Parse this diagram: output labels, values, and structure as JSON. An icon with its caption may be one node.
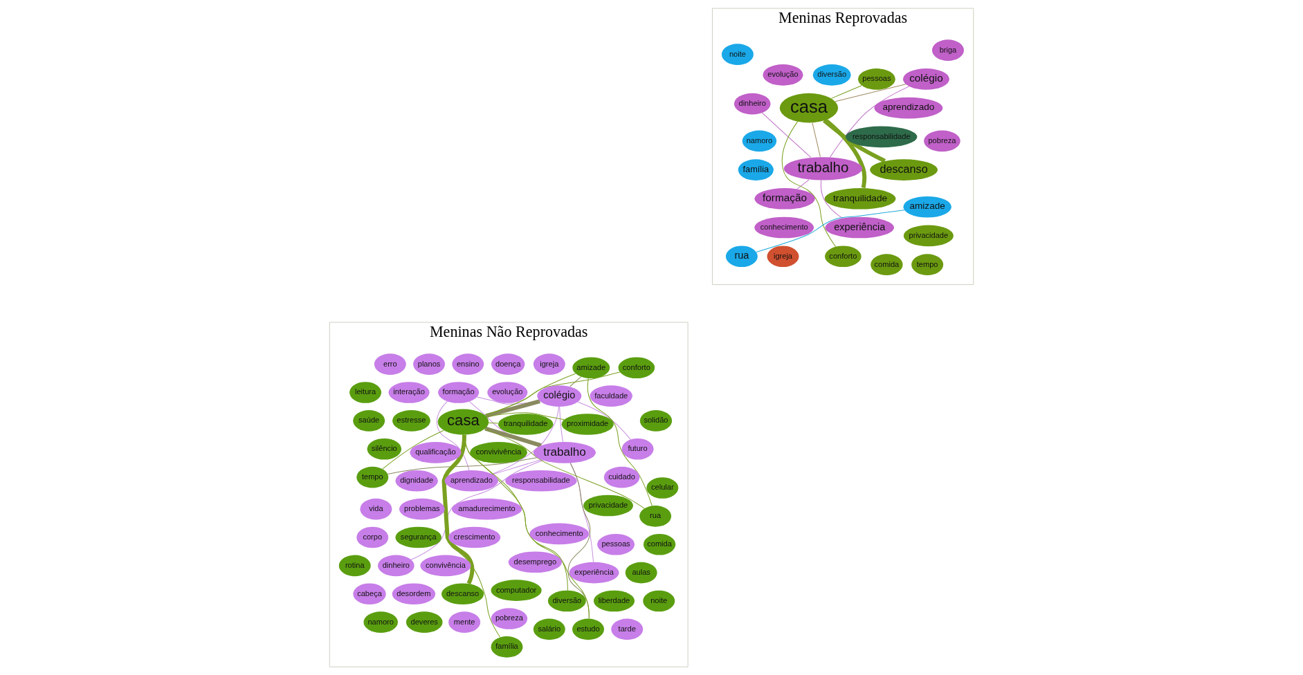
{
  "diagram": {
    "nodes": [
      {
        "text": [
          "Meninas Reprovadas"
        ]
      },
      {
        "text": [
          "conhecimento"
        ],
        "in": 0
      },
      {
        "text": [
          "aprendizado"
        ],
        "in": 0
      },
      {
        "text": [
          "formação"
        ],
        "in": 0
      },
      {
        "text": [
          "colégio"
        ],
        "in": 0
      },
      {
        "text": [
          "briga"
        ],
        "in": 0
      },
      {
        "text": [
          "tranquilidade"
        ],
        "in": 0
      },
      {
        "text": [
          "evolução"
        ],
        "in": 0
      },
      {
        "text": [
          "experiência"
        ],
        "in": 0
      },
      {
        "text": [
          "trabalho"
        ],
        "in": 0
      },
      {
        "text": [
          "casa"
        ],
        "in": 0
      },
      {
        "text": [
          "descanso"
        ],
        "in": 0
      },
      {
        "text": [
          "comida"
        ],
        "in": 0
      },
      {
        "text": [
          "dinheiro"
        ],
        "in": 0
      },
      {
        "text": [
          "conforto"
        ],
        "in": 0
      },
      {
        "text": [
          "pobreza"
        ],
        "in": 0
      },
      {
        "text": [
          "tempo"
        ],
        "in": 0
      },
      {
        "text": [
          "privacidade"
        ],
        "in": 0
      },
      {
        "text": [
          "pessoas"
        ],
        "in": 0
      },
      {
        "text": [
          "igreja"
        ],
        "in": 0
      },
      {
        "text": [
          "responsabilidade"
        ],
        "in": 0
      },
      {
        "text": [
          "família"
        ],
        "in": 0
      },
      {
        "text": [
          "diversão"
        ],
        "in": 0
      },
      {
        "text": [
          "amizade"
        ],
        "in": 0
      },
      {
        "text": [
          "noite"
        ],
        "in": 0
      },
      {
        "text": [
          "rua"
        ],
        "in": 0
      },
      {
        "text": [
          "namoro"
        ],
        "in": 0
      },
      {
        "text": [
          "Meninas Não Reprovadas"
        ]
      },
      {
        "text": [
          "evolução"
        ],
        "in": 27
      },
      {
        "text": [
          "conhecimento"
        ],
        "in": 27
      },
      {
        "text": [
          "pessoas"
        ],
        "in": 27
      },
      {
        "text": [
          "dignidade"
        ],
        "in": 27
      },
      {
        "text": [
          "convivência"
        ],
        "in": 27
      },
      {
        "text": [
          "amadurecimento"
        ],
        "in": 27
      },
      {
        "text": [
          "crescimento"
        ],
        "in": 27
      },
      {
        "text": [
          "formação"
        ],
        "in": 27
      },
      {
        "text": [
          "mente"
        ],
        "in": 27
      },
      {
        "text": [
          "futuro"
        ],
        "in": 27
      },
      {
        "text": [
          "faculdade"
        ],
        "in": 27
      },
      {
        "text": [
          "igreja"
        ],
        "in": 27
      },
      {
        "text": [
          "experiência"
        ],
        "in": 27
      },
      {
        "text": [
          "interação"
        ],
        "in": 27
      },
      {
        "text": [
          "doença"
        ],
        "in": 27
      },
      {
        "text": [
          "aprendizado"
        ],
        "in": 27
      },
      {
        "text": [
          "ensino"
        ],
        "in": 27
      },
      {
        "text": [
          "planos"
        ],
        "in": 27
      },
      {
        "text": [
          "problemas"
        ],
        "in": 27
      },
      {
        "text": [
          "qualificação"
        ],
        "in": 27
      },
      {
        "text": [
          "cuidado"
        ],
        "in": 27
      },
      {
        "text": [
          "colégio"
        ],
        "in": 27
      },
      {
        "text": [
          "erro"
        ],
        "in": 27
      },
      {
        "text": [
          "vida"
        ],
        "in": 27
      },
      {
        "text": [
          "dinheiro"
        ],
        "in": 27
      },
      {
        "text": [
          "responsabilidade"
        ],
        "in": 27
      },
      {
        "text": [
          "salário"
        ],
        "in": 27
      },
      {
        "text": [
          "desordem"
        ],
        "in": 27
      },
      {
        "text": [
          "desemprego"
        ],
        "in": 27
      },
      {
        "text": [
          "segurança"
        ],
        "in": 27
      },
      {
        "text": [
          "estudo"
        ],
        "in": 27
      },
      {
        "text": [
          "trabalho"
        ],
        "in": 27
      },
      {
        "text": [
          "tarde"
        ],
        "in": 27
      },
      {
        "text": [
          "pobreza"
        ],
        "in": 27
      },
      {
        "text": [
          "silêncio"
        ],
        "in": 27
      },
      {
        "text": [
          "proximidade"
        ],
        "in": 27
      },
      {
        "text": [
          "aulas"
        ],
        "in": 27
      },
      {
        "text": [
          "estresse"
        ],
        "in": 27
      },
      {
        "text": [
          "conforto"
        ],
        "in": 27
      },
      {
        "text": [
          "amizade"
        ],
        "in": 27
      },
      {
        "text": [
          "tempo"
        ],
        "in": 27
      },
      {
        "text": [
          "tranquilidade"
        ],
        "in": 27
      },
      {
        "text": [
          "corpo"
        ],
        "in": 27
      },
      {
        "text": [
          "saúde"
        ],
        "in": 27
      },
      {
        "text": [
          "privacidade"
        ],
        "in": 27
      },
      {
        "text": [
          "cabeça"
        ],
        "in": 27
      },
      {
        "text": [
          "diversão"
        ],
        "in": 27
      },
      {
        "text": [
          "leitura"
        ],
        "in": 27
      },
      {
        "text": [
          "casa"
        ],
        "in": 27
      },
      {
        "text": [
          "rua"
        ],
        "in": 27
      },
      {
        "text": [
          "solidão"
        ],
        "in": 27
      },
      {
        "text": [
          "família"
        ],
        "in": 27
      },
      {
        "text": [
          "convivivência"
        ],
        "in": 27
      },
      {
        "text": [
          "namoro"
        ],
        "in": 27
      },
      {
        "text": [
          "descanso"
        ],
        "in": 27
      },
      {
        "text": [
          "deveres"
        ],
        "in": 27
      },
      {
        "text": [
          "computador"
        ],
        "in": 27
      },
      {
        "text": [
          "liberdade"
        ],
        "in": 27
      },
      {
        "text": [
          "noite"
        ],
        "in": 27
      },
      {
        "text": [
          "comida"
        ],
        "in": 27
      },
      {
        "text": [
          "rotina"
        ],
        "in": 27
      },
      {
        "text": [
          "celular"
        ],
        "in": 27
      }
    ],
    "edges": [
      {
        "from": 9,
        "to": 10,
        "arrow": "none",
        "color": "#a08a60"
      },
      {
        "from": 4,
        "to": 10,
        "arrow": "none",
        "color": "#a08a60"
      },
      {
        "from": 9,
        "to": 4,
        "arrow": "none",
        "color": "#c070c8"
      },
      {
        "from": 9,
        "to": 3,
        "arrow": "none",
        "color": "#c070c8"
      },
      {
        "from": 9,
        "to": 8,
        "arrow": "none",
        "color": "#c070c8"
      },
      {
        "from": 9,
        "to": 13,
        "arrow": "none",
        "color": "#c070c8"
      },
      {
        "from": 10,
        "to": 6,
        "arrow": "none",
        "style": "thick"
      },
      {
        "from": 10,
        "to": 11,
        "arrow": "none",
        "style": "thick"
      },
      {
        "from": 10,
        "to": 14,
        "arrow": "none"
      },
      {
        "from": 10,
        "to": 18,
        "arrow": "none"
      },
      {
        "from": 23,
        "to": 25,
        "arrow": "none",
        "color": "#20a8d8"
      },
      {
        "from": 49,
        "to": 43,
        "arrow": "none",
        "color": "#c890e0"
      },
      {
        "from": 49,
        "to": 37,
        "arrow": "none",
        "color": "#c890e0"
      },
      {
        "from": 49,
        "to": 35,
        "arrow": "none",
        "color": "#c890e0"
      },
      {
        "from": 43,
        "to": 35,
        "arrow": "none",
        "color": "#c890e0"
      },
      {
        "from": 49,
        "to": 59,
        "arrow": "none",
        "color": "#c890e0"
      },
      {
        "from": 43,
        "to": 59,
        "arrow": "none",
        "color": "#c890e0"
      },
      {
        "from": 35,
        "to": 59,
        "arrow": "none",
        "color": "#c890e0"
      },
      {
        "from": 52,
        "to": 59,
        "arrow": "none",
        "color": "#c890e0"
      },
      {
        "from": 40,
        "to": 59,
        "arrow": "none",
        "color": "#c890e0"
      },
      {
        "from": 49,
        "to": 76,
        "arrow": "none",
        "style": "thick",
        "color": "#8a8a60"
      },
      {
        "from": 59,
        "to": 76,
        "arrow": "none",
        "style": "thick",
        "color": "#8a8a60"
      },
      {
        "from": 49,
        "to": 67,
        "arrow": "none",
        "color": "#8a8a60"
      },
      {
        "from": 58,
        "to": 59,
        "arrow": "none",
        "color": "#8a8a60"
      },
      {
        "from": 59,
        "to": 68,
        "arrow": "none",
        "color": "#8a8a60"
      },
      {
        "from": 76,
        "to": 82,
        "arrow": "none",
        "style": "thick"
      },
      {
        "from": 76,
        "to": 58,
        "arrow": "none"
      },
      {
        "from": 76,
        "to": 66,
        "arrow": "none"
      },
      {
        "from": 76,
        "to": 69,
        "arrow": "none"
      },
      {
        "from": 76,
        "to": 63,
        "arrow": "none"
      },
      {
        "from": 76,
        "to": 68,
        "arrow": "none"
      },
      {
        "from": 76,
        "to": 74,
        "arrow": "none"
      },
      {
        "from": 76,
        "to": 77,
        "arrow": "none"
      },
      {
        "from": 76,
        "to": 79,
        "arrow": "none"
      },
      {
        "from": 76,
        "to": 67,
        "arrow": "none"
      },
      {
        "from": 67,
        "to": 77,
        "arrow": "none"
      }
    ]
  }
}
